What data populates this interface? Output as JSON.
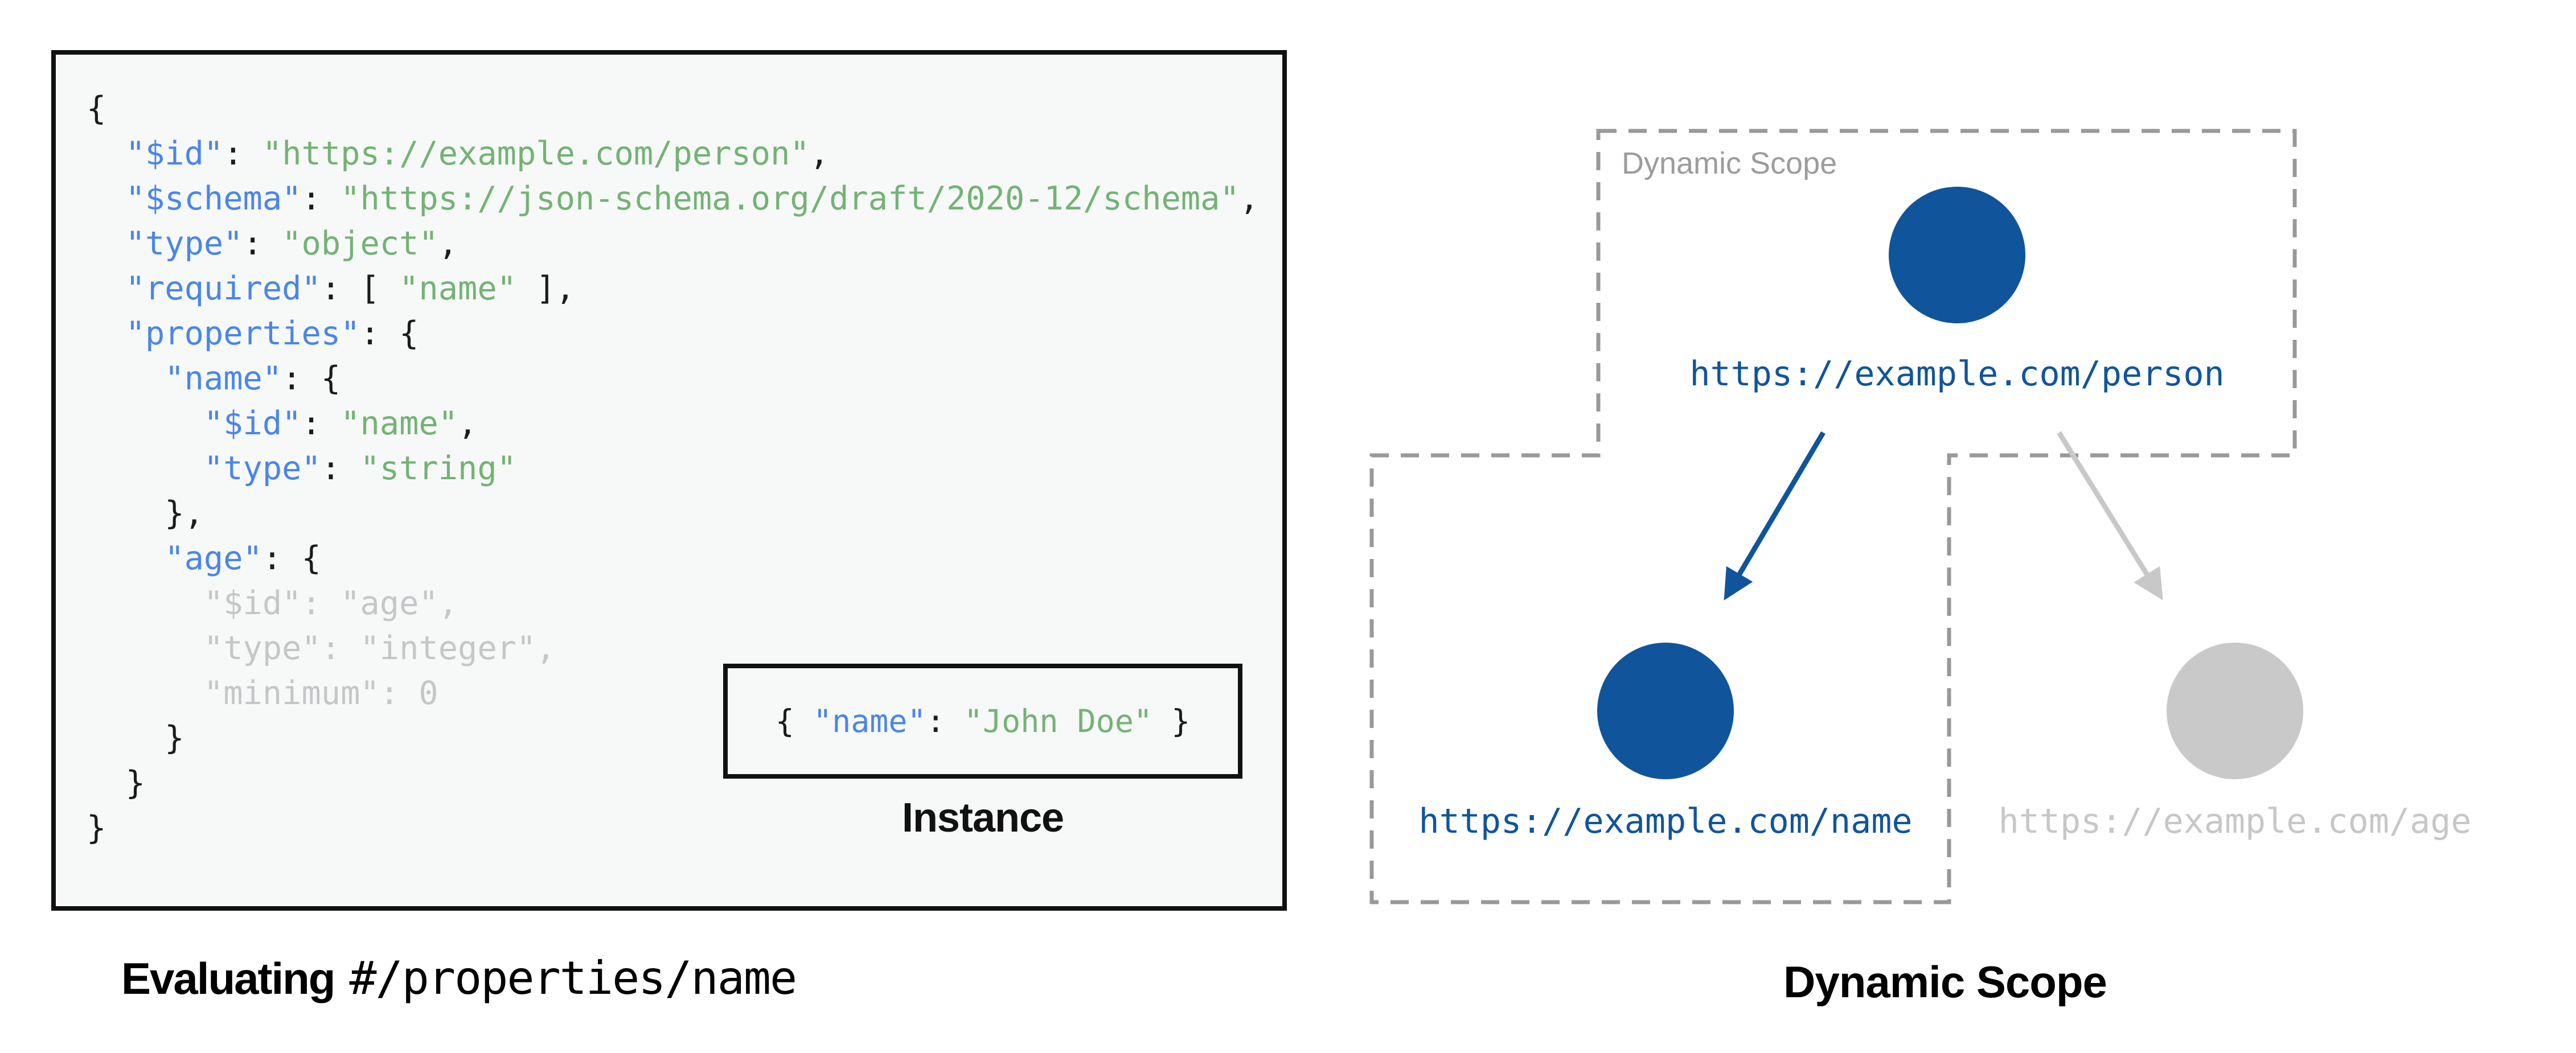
{
  "schema_panel": {
    "language": "json",
    "code_lines": [
      [
        [
          "p",
          "{"
        ]
      ],
      [
        [
          "p",
          "  "
        ],
        [
          "k",
          "\"$id\""
        ],
        [
          "p",
          ": "
        ],
        [
          "s",
          "\"https://example.com/person\""
        ],
        [
          "p",
          ","
        ]
      ],
      [
        [
          "p",
          "  "
        ],
        [
          "k",
          "\"$schema\""
        ],
        [
          "p",
          ": "
        ],
        [
          "s",
          "\"https://json-schema.org/draft/2020-12/schema\""
        ],
        [
          "p",
          ","
        ]
      ],
      [
        [
          "p",
          "  "
        ],
        [
          "k",
          "\"type\""
        ],
        [
          "p",
          ": "
        ],
        [
          "s",
          "\"object\""
        ],
        [
          "p",
          ","
        ]
      ],
      [
        [
          "p",
          "  "
        ],
        [
          "k",
          "\"required\""
        ],
        [
          "p",
          ": [ "
        ],
        [
          "s",
          "\"name\""
        ],
        [
          "p",
          " ],"
        ]
      ],
      [
        [
          "p",
          "  "
        ],
        [
          "k",
          "\"properties\""
        ],
        [
          "p",
          ": {"
        ]
      ],
      [
        [
          "p",
          "    "
        ],
        [
          "k",
          "\"name\""
        ],
        [
          "p",
          ": {"
        ]
      ],
      [
        [
          "p",
          "      "
        ],
        [
          "k",
          "\"$id\""
        ],
        [
          "p",
          ": "
        ],
        [
          "s",
          "\"name\""
        ],
        [
          "p",
          ","
        ]
      ],
      [
        [
          "p",
          "      "
        ],
        [
          "k",
          "\"type\""
        ],
        [
          "p",
          ": "
        ],
        [
          "s",
          "\"string\""
        ]
      ],
      [
        [
          "p",
          "    },"
        ]
      ],
      [
        [
          "p",
          "    "
        ],
        [
          "k",
          "\"age\""
        ],
        [
          "p",
          ": {"
        ]
      ],
      [
        [
          "m",
          "      \"$id\": \"age\","
        ]
      ],
      [
        [
          "m",
          "      \"type\": \"integer\","
        ]
      ],
      [
        [
          "m",
          "      \"minimum\": 0"
        ]
      ],
      [
        [
          "p",
          "    }"
        ]
      ],
      [
        [
          "p",
          "  }"
        ]
      ],
      [
        [
          "p",
          "}"
        ]
      ]
    ]
  },
  "instance": {
    "label": "Instance",
    "code_tokens": [
      [
        "p",
        "{ "
      ],
      [
        "k",
        "\"name\""
      ],
      [
        "p",
        ": "
      ],
      [
        "s",
        "\"John Doe\""
      ],
      [
        "p",
        " }"
      ]
    ]
  },
  "captions": {
    "left_bold": "Evaluating",
    "left_path": "#/properties/name",
    "right": "Dynamic Scope"
  },
  "diagram": {
    "scope_label": "Dynamic Scope",
    "person_url": "https://example.com/person",
    "name_url": "https://example.com/name",
    "age_url": "https://example.com/age"
  },
  "colors": {
    "node_active_blue": "#10559b",
    "node_inactive_gray": "#c9c9c9",
    "arrow_active_blue": "#10559b",
    "arrow_inactive_gray": "#c8c8c8",
    "scope_dash_gray": "#999999",
    "code_key_blue": "#4a86e8",
    "code_string_green": "#73b374",
    "code_muted_gray": "#c6c6c8",
    "panel_background": "#f7f8f8",
    "border_black": "#111111"
  }
}
